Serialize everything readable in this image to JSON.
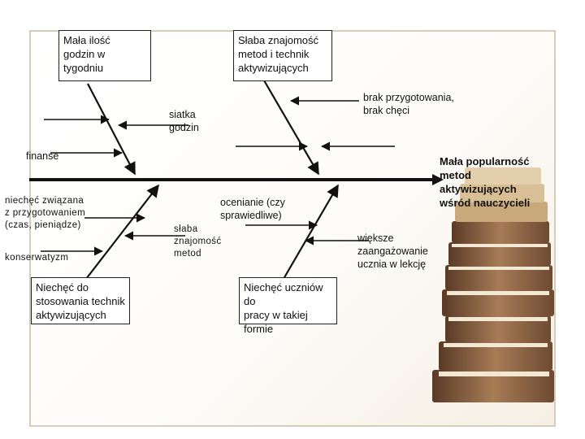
{
  "colors": {
    "line": "#111111",
    "frame": "#d7ccba",
    "book_dark": "#6e4a32",
    "book_mid": "#a67c56",
    "book_light": "#d9bf96",
    "pages": "#f2e8d3"
  },
  "top_boxes": {
    "hours": "Mała ilość\ngodzin w\ntygodniu",
    "knowledge": "Słaba znajomość\nmetod i technik\naktywizujących"
  },
  "bottom_boxes": {
    "reluctance_teachers": "Niechęć do\nstosowania technik\naktywizujących",
    "reluctance_students": "Niechęć uczniów do\npracy w takiej\nformie"
  },
  "effect": "Mała popularność\nmetod\naktywizujących\nwśród nauczycieli",
  "labels": {
    "timetable": "siatka\ngodzin",
    "finances": "finanse",
    "lack_preparation": "brak przygotowania,\nbrak chęci",
    "reluctance_prep": "niechęć związana\nz przygotowaniem\n(czas, pieniądze)",
    "conservatism": "konserwatyzm",
    "grading": "ocenianie (czy\nsprawiedliwe)",
    "weak_knowledge": "słaba\nznajomość\nmetod",
    "engagement": "większe\nzaangażowanie\nucznia w lekcję"
  }
}
